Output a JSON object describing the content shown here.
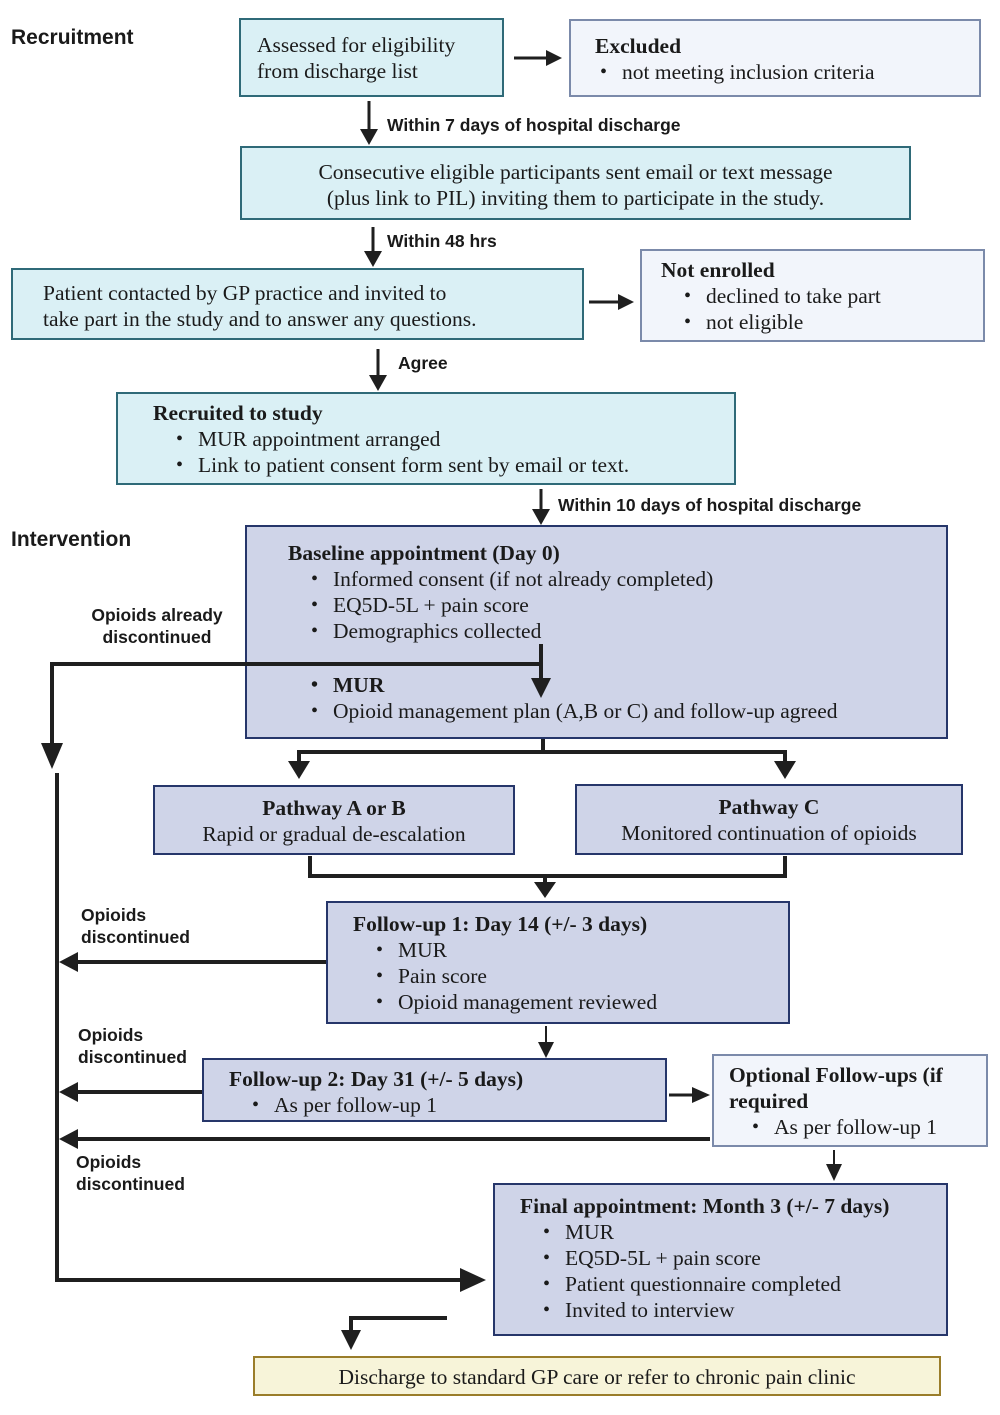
{
  "sections": {
    "recruitment": "Recruitment",
    "intervention": "Intervention"
  },
  "colors": {
    "recruitment_fill": "#daf0f5",
    "recruitment_border": "#2f6a78",
    "exclusion_fill": "#f2f5fb",
    "exclusion_border": "#7b8aaa",
    "intervention_fill": "#cfd4e8",
    "intervention_border": "#26366a",
    "discharge_fill": "#f7f4d9",
    "discharge_border": "#9a7d2a",
    "arrow": "#1f1f1f"
  },
  "boxes": {
    "assessed": {
      "lines": [
        "Assessed for eligibility",
        "from discharge list"
      ]
    },
    "excluded": {
      "title": "Excluded",
      "items": [
        "not meeting inclusion criteria"
      ]
    },
    "consecutive": {
      "lines": [
        "Consecutive eligible participants sent email or text message",
        "(plus link to PIL) inviting them to participate in the study."
      ]
    },
    "contacted": {
      "lines": [
        "Patient contacted by GP practice and invited to",
        "take part in the study and to answer any questions."
      ]
    },
    "not_enrolled": {
      "title": "Not enrolled",
      "items": [
        "declined to take part",
        "not eligible"
      ]
    },
    "recruited": {
      "title": "Recruited to study",
      "items": [
        "MUR appointment arranged",
        "Link to patient consent form sent by email or text."
      ]
    },
    "baseline": {
      "title": "Baseline appointment (Day 0)",
      "items_top": [
        "Informed consent (if not already completed)",
        "EQ5D-5L + pain score",
        "Demographics collected"
      ],
      "items_bottom": [
        "MUR",
        "Opioid management plan (A,B or C) and follow-up agreed"
      ]
    },
    "pathway_ab": {
      "title": "Pathway A or B",
      "subtitle": "Rapid or gradual de-escalation"
    },
    "pathway_c": {
      "title": "Pathway C",
      "subtitle": "Monitored continuation of opioids"
    },
    "followup1": {
      "title": "Follow-up 1: Day 14 (+/- 3 days)",
      "items": [
        "MUR",
        "Pain score",
        "Opioid management reviewed"
      ]
    },
    "followup2": {
      "title": "Follow-up 2: Day 31 (+/- 5 days)",
      "items": [
        "As per follow-up 1"
      ]
    },
    "optional": {
      "title_lines": [
        "Optional Follow-ups (if",
        "required"
      ],
      "items": [
        "As per follow-up 1"
      ]
    },
    "final": {
      "title": "Final appointment: Month 3 (+/- 7 days)",
      "items": [
        "MUR",
        "EQ5D-5L + pain score",
        "Patient questionnaire completed",
        "Invited to interview"
      ]
    },
    "discharge": {
      "text": "Discharge to standard GP care or refer to chronic pain clinic"
    }
  },
  "edge_labels": {
    "within_7_days": "Within 7 days of hospital discharge",
    "within_48_hrs": "Within 48 hrs",
    "agree": "Agree",
    "within_10_days": "Within 10 days of hospital discharge",
    "already_discontinued": [
      "Opioids already",
      "discontinued"
    ],
    "discontinued_fu1": [
      "Opioids",
      "discontinued"
    ],
    "discontinued_fu2": [
      "Opioids",
      "discontinued"
    ],
    "discontinued_optional": [
      "Opioids",
      "discontinued"
    ]
  }
}
